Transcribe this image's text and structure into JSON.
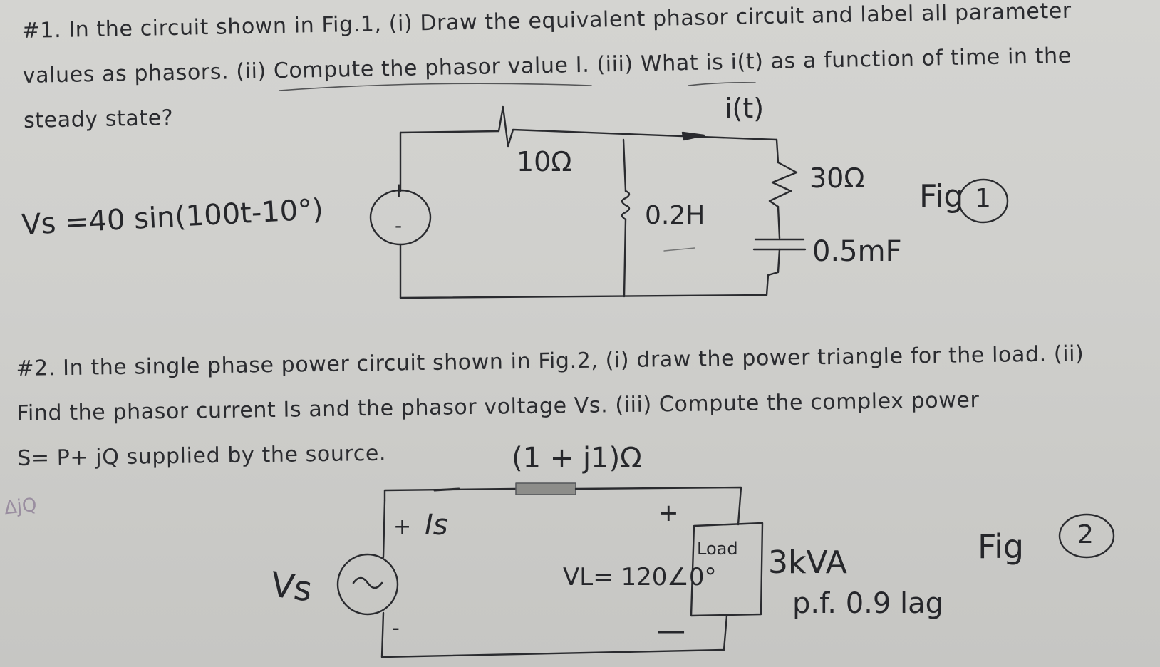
{
  "problem1": {
    "line1": "#1. In the circuit shown in Fig.1, (i) Draw the equivalent phasor circuit and label all parameter",
    "line2": "values as phasors. (ii) Compute the phasor value I. (iii) What is i(t) as a function of time in the",
    "line3": "steady state?"
  },
  "fig1": {
    "current_label": "i(t)",
    "source_label": "Vs =40 sin(100t-10°)",
    "plus": "+",
    "minus": "-",
    "r1": "10Ω",
    "inductor": "0.2H",
    "r2": "30Ω",
    "capacitor": "0.5mF",
    "fig_label": "Fig",
    "fig_number": "1"
  },
  "problem2": {
    "line1": "#2. In the single phase power circuit shown in Fig.2, (i) draw the power triangle for the load. (ii)",
    "line2": "Find the phasor current Is and the phasor voltage Vs. (iii) Compute the complex power",
    "line3": "S= P+ jQ supplied by the source."
  },
  "fig2": {
    "impedance": "(1 + j1)Ω",
    "margin_note": "ΔjQ",
    "source_plus": "+",
    "current": "Is",
    "source_label": "Vs",
    "source_minus": "-",
    "load_plus": "+",
    "load_voltage": "VL= 120∠0°",
    "load_box": "Load",
    "load_minus": "—",
    "power": "3kVA",
    "pf": "p.f. 0.9 lag",
    "fig_label": "Fig",
    "fig_number": "2"
  },
  "colors": {
    "paper": "#d1d1ce",
    "ink": "#2b2c30"
  }
}
